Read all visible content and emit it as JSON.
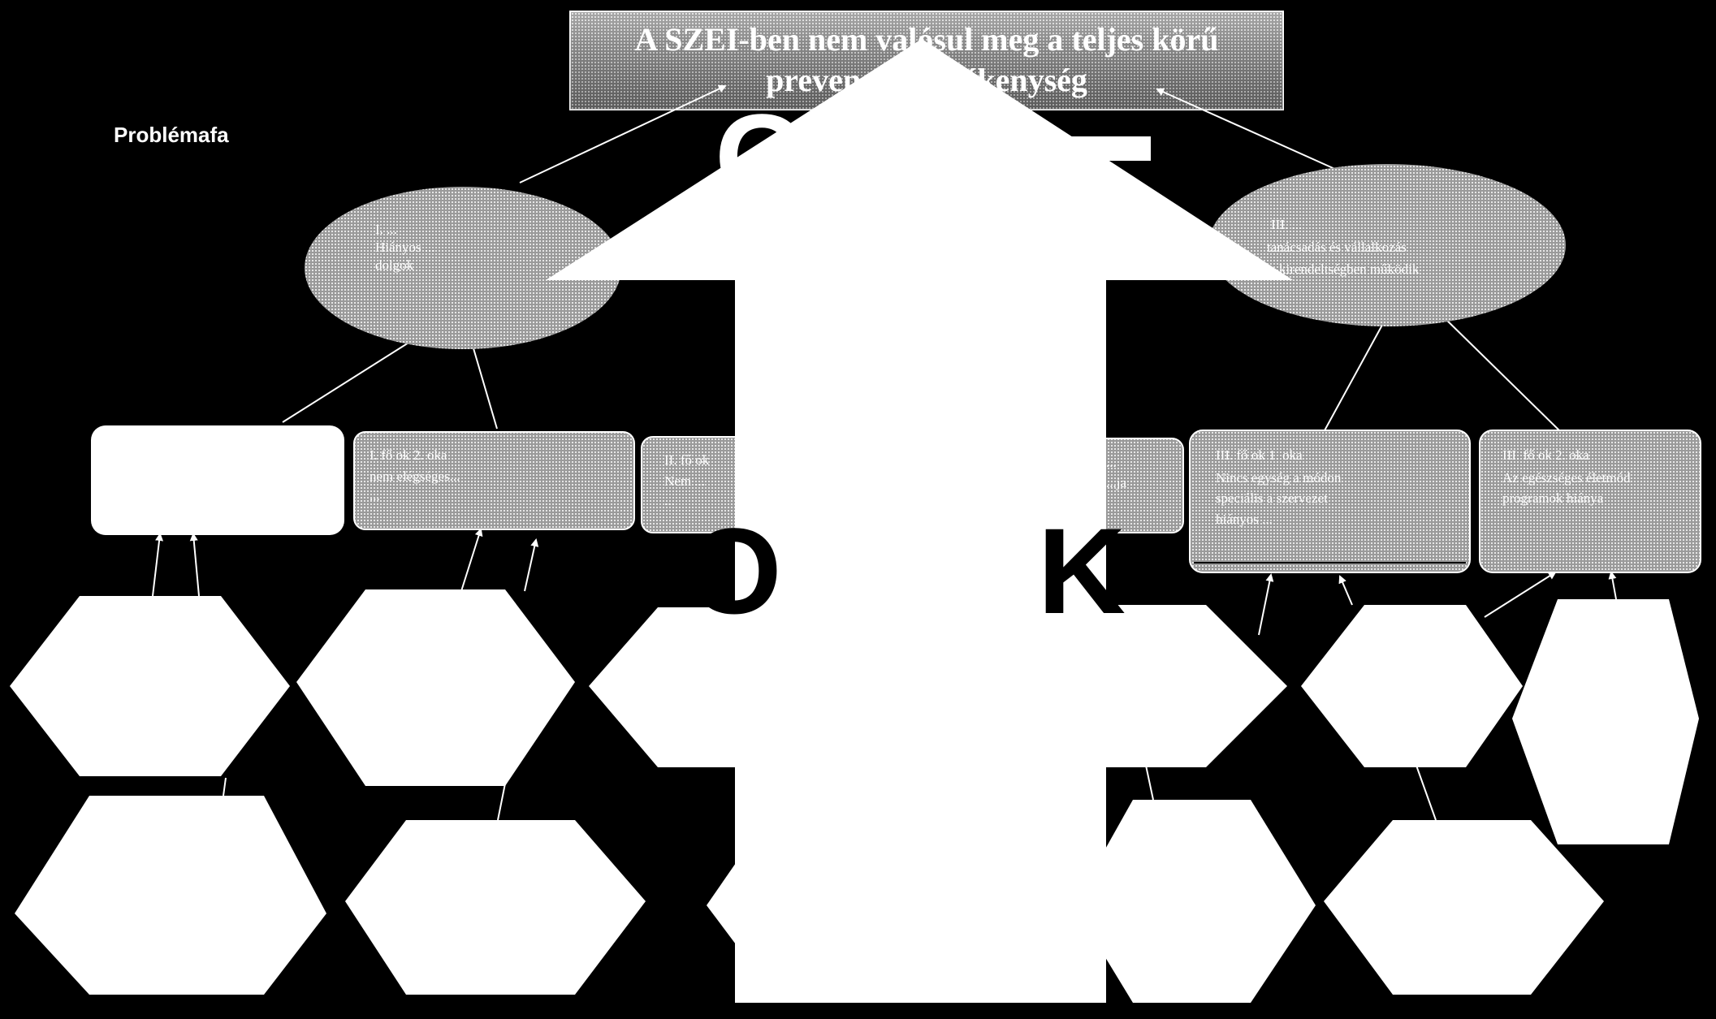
{
  "diagram": {
    "page_label": "Problémafa",
    "top_problem": {
      "line1": "A SZEI-ben nem valósul meg a teljes körű",
      "line2": "prevenciós tevékenység"
    },
    "left_ellipse": {
      "lines": [
        "I. ...",
        "Hiányos ...",
        "dolgok"
      ]
    },
    "right_ellipse": {
      "lines": [
        "III. ...",
        "tanácsadás és vállalkozás",
        "kirendeltségben működik"
      ]
    },
    "cause_boxes": [
      {
        "lines": []
      },
      {
        "lines": [
          "I. fő ok 2. oka",
          "nem elégséges...",
          "..."
        ]
      },
      {
        "lines": [
          "II. fő ok",
          "Nem ...",
          "..."
        ]
      },
      {
        "lines": [
          "...",
          "...ja"
        ]
      },
      {
        "lines": [
          "III. fő ok 1. oka",
          "Nincs egység a módon",
          "speciális a szervezet",
          "hiányos ..."
        ]
      },
      {
        "lines": [
          "III. fő ok 2. oka",
          "Az egészséges életmód",
          "programok hiánya"
        ]
      }
    ],
    "overlay_letters": {
      "top": "O",
      "bottom": "OK"
    },
    "colors": {
      "background": "#000000",
      "shape": "#ffffff",
      "text_on_dots": "#ffffff"
    }
  }
}
